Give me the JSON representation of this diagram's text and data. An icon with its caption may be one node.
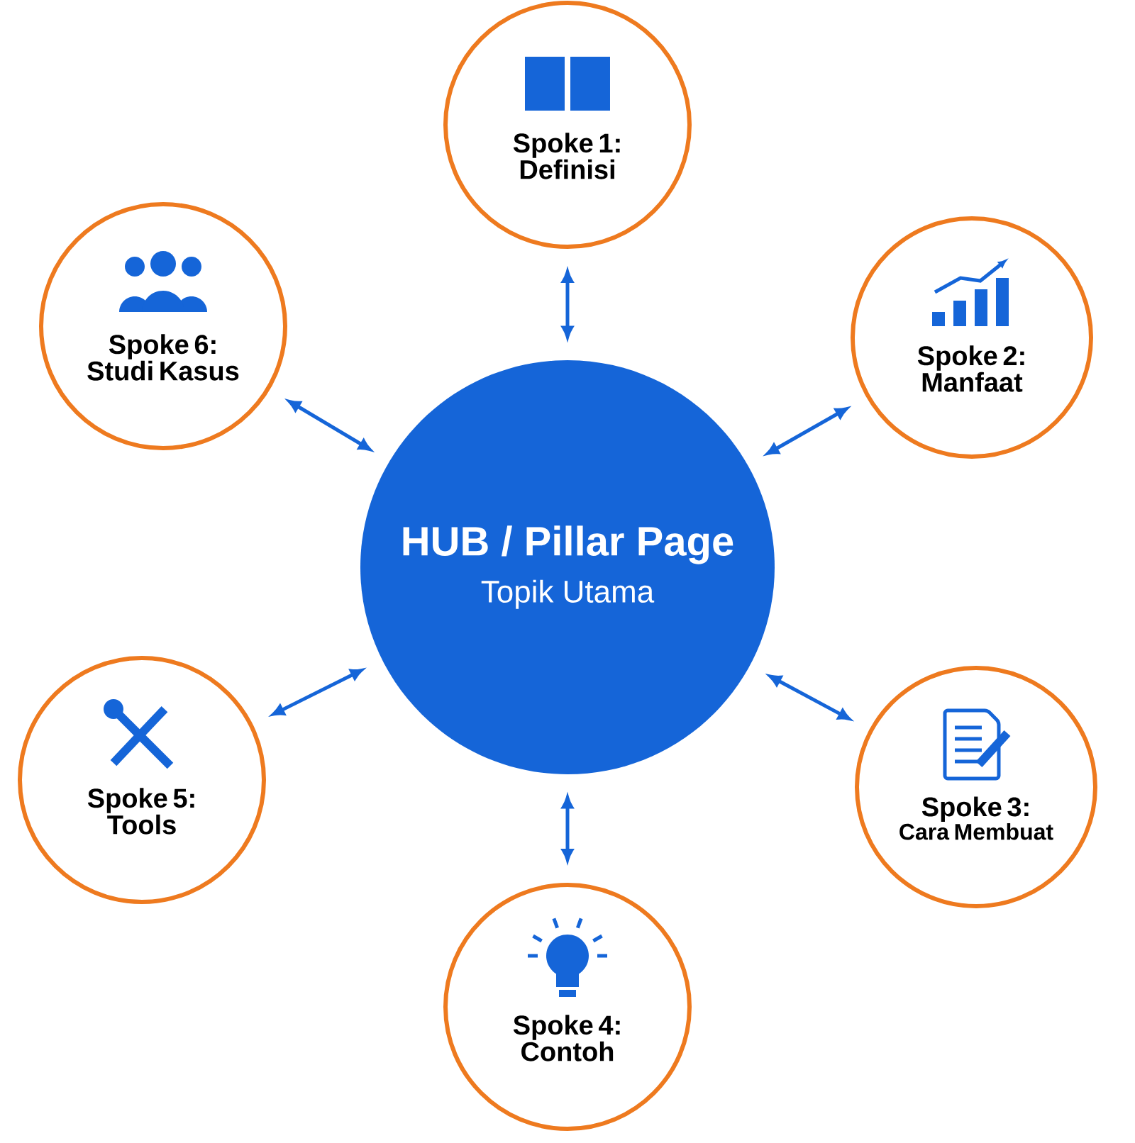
{
  "diagram": {
    "nodes": [
      {
        "text": [
          "HUB / Pillar Page",
          "Topik Utama"
        ]
      },
      {
        "text": [
          "Spoke 1:",
          "Definisi"
        ]
      },
      {
        "text": [
          "Spoke 2:",
          "Manfaat"
        ]
      },
      {
        "text": [
          "Spoke 3:",
          "Cara Membuat"
        ]
      },
      {
        "text": [
          "Spoke 4:",
          "Contoh"
        ]
      },
      {
        "text": [
          "Spoke 5:",
          "Tools"
        ]
      },
      {
        "text": [
          "Spoke 6:",
          "Studi Kasus"
        ]
      }
    ],
    "edges": [
      {
        "from": 0,
        "to": 1,
        "arrow": "both"
      },
      {
        "from": 0,
        "to": 2,
        "arrow": "both"
      },
      {
        "from": 0,
        "to": 3,
        "arrow": "both"
      },
      {
        "from": 0,
        "to": 4,
        "arrow": "both"
      },
      {
        "from": 0,
        "to": 5,
        "arrow": "both"
      },
      {
        "from": 0,
        "to": 6,
        "arrow": "both"
      }
    ]
  }
}
